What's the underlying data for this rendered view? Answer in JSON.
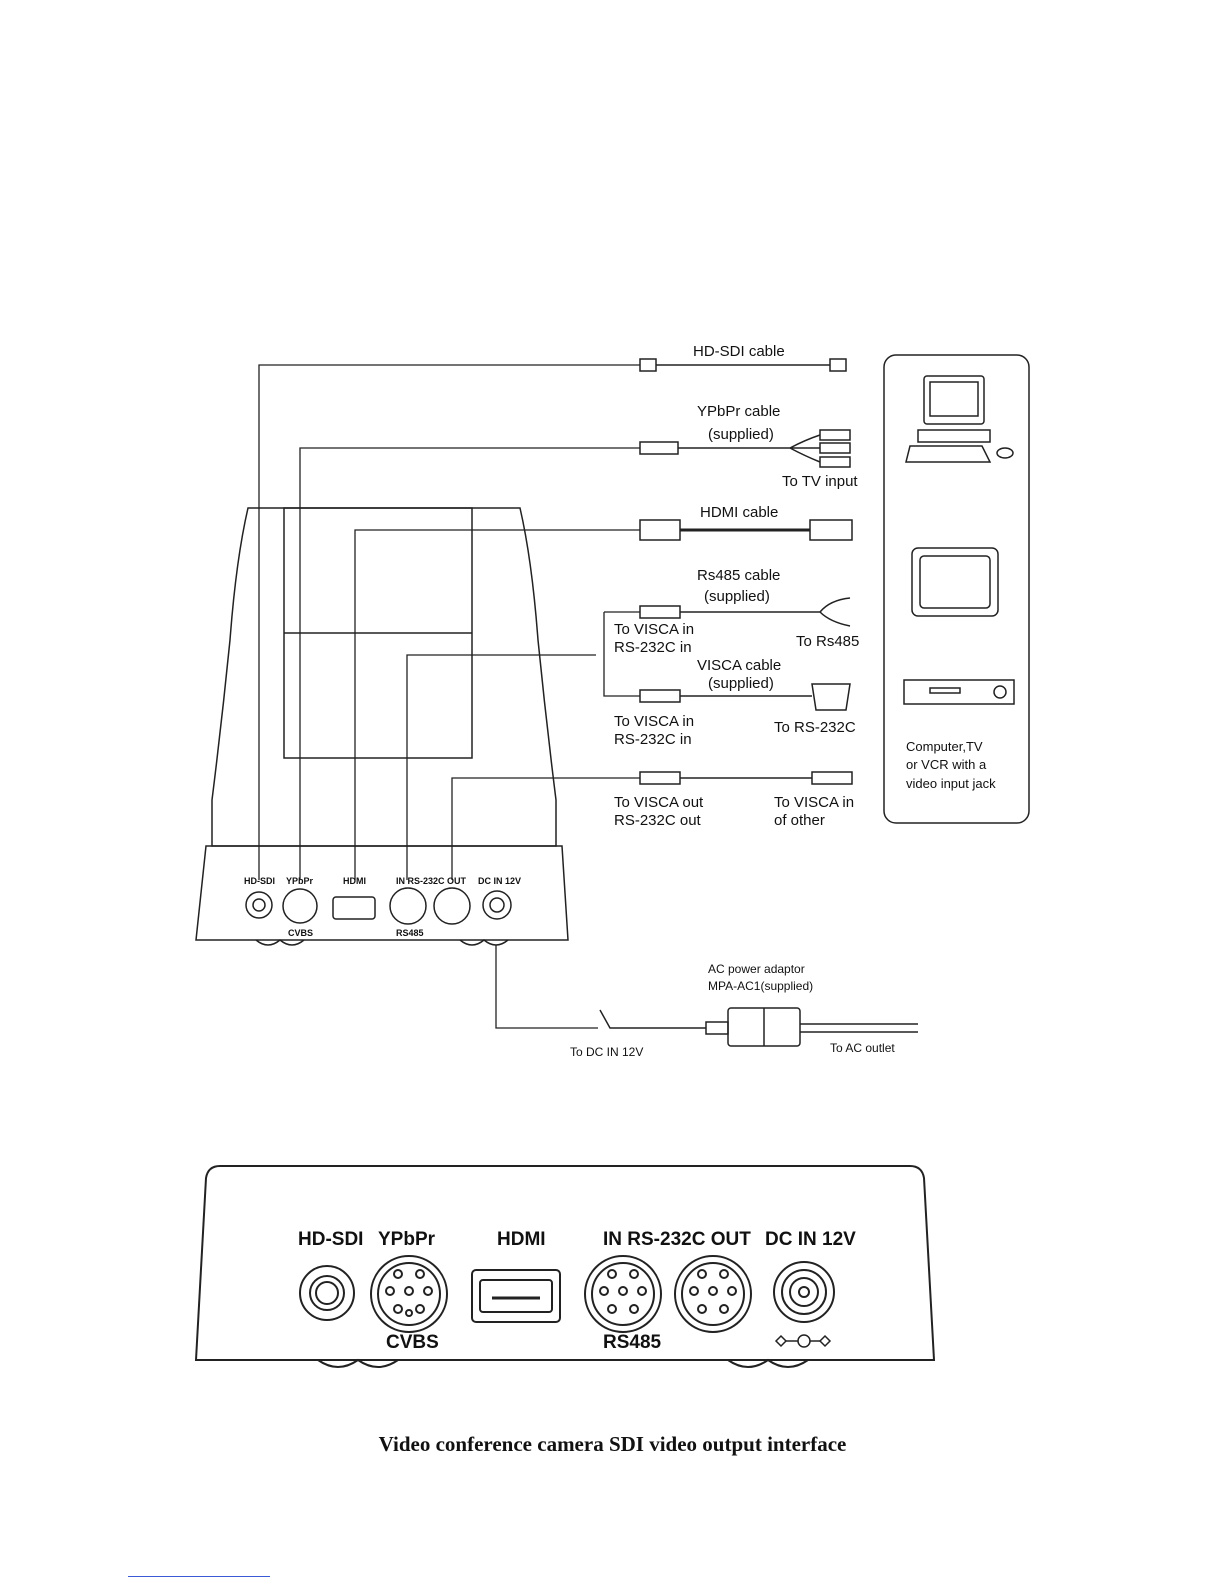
{
  "connection_diagram": {
    "cables": {
      "hdsdi": "HD-SDI cable",
      "ypbpr": "YPbPr cable",
      "ypbpr_note": "(supplied)",
      "ypbpr_to": "To TV input",
      "hdmi": "HDMI cable",
      "rs485": "Rs485 cable",
      "rs485_note": "(supplied)",
      "rs485_to": "To Rs485",
      "visca": "VISCA cable",
      "visca_note": "(supplied)",
      "visca_to": "To RS-232C",
      "visca_out_to_1": "To VISCA in",
      "visca_out_to_2": "of other"
    },
    "camera_labels": {
      "to_visca_in_1": "To VISCA in",
      "to_visca_in_2": "RS-232C in",
      "to_visca_in_3": "To VISCA in",
      "to_visca_in_4": "RS-232C in",
      "to_visca_out_1": "To VISCA out",
      "to_visca_out_2": "RS-232C out"
    },
    "devices": {
      "line1": "Computer,TV",
      "line2": "or VCR with a",
      "line3": "video input  jack"
    },
    "power": {
      "adaptor_1": "AC power adaptor",
      "adaptor_2": "MPA-AC1(supplied)",
      "to_dc": "To DC IN 12V",
      "to_ac": "To  AC outlet"
    },
    "panel_small": {
      "hdsdi": "HD-SDI",
      "ypbpr": "YPbPr",
      "hdmi": "HDMI",
      "rs232c": "IN RS-232C OUT",
      "dcin": "DC IN 12V",
      "cvbs": "CVBS",
      "rs485": "RS485"
    }
  },
  "panel_detail": {
    "hdsdi": "HD-SDI",
    "ypbpr": "YPbPr",
    "hdmi": "HDMI",
    "rs232c": "IN RS-232C OUT",
    "dcin": "DC IN 12V",
    "cvbs": "CVBS",
    "rs485": "RS485"
  },
  "caption": "Video conference camera SDI video output interface"
}
